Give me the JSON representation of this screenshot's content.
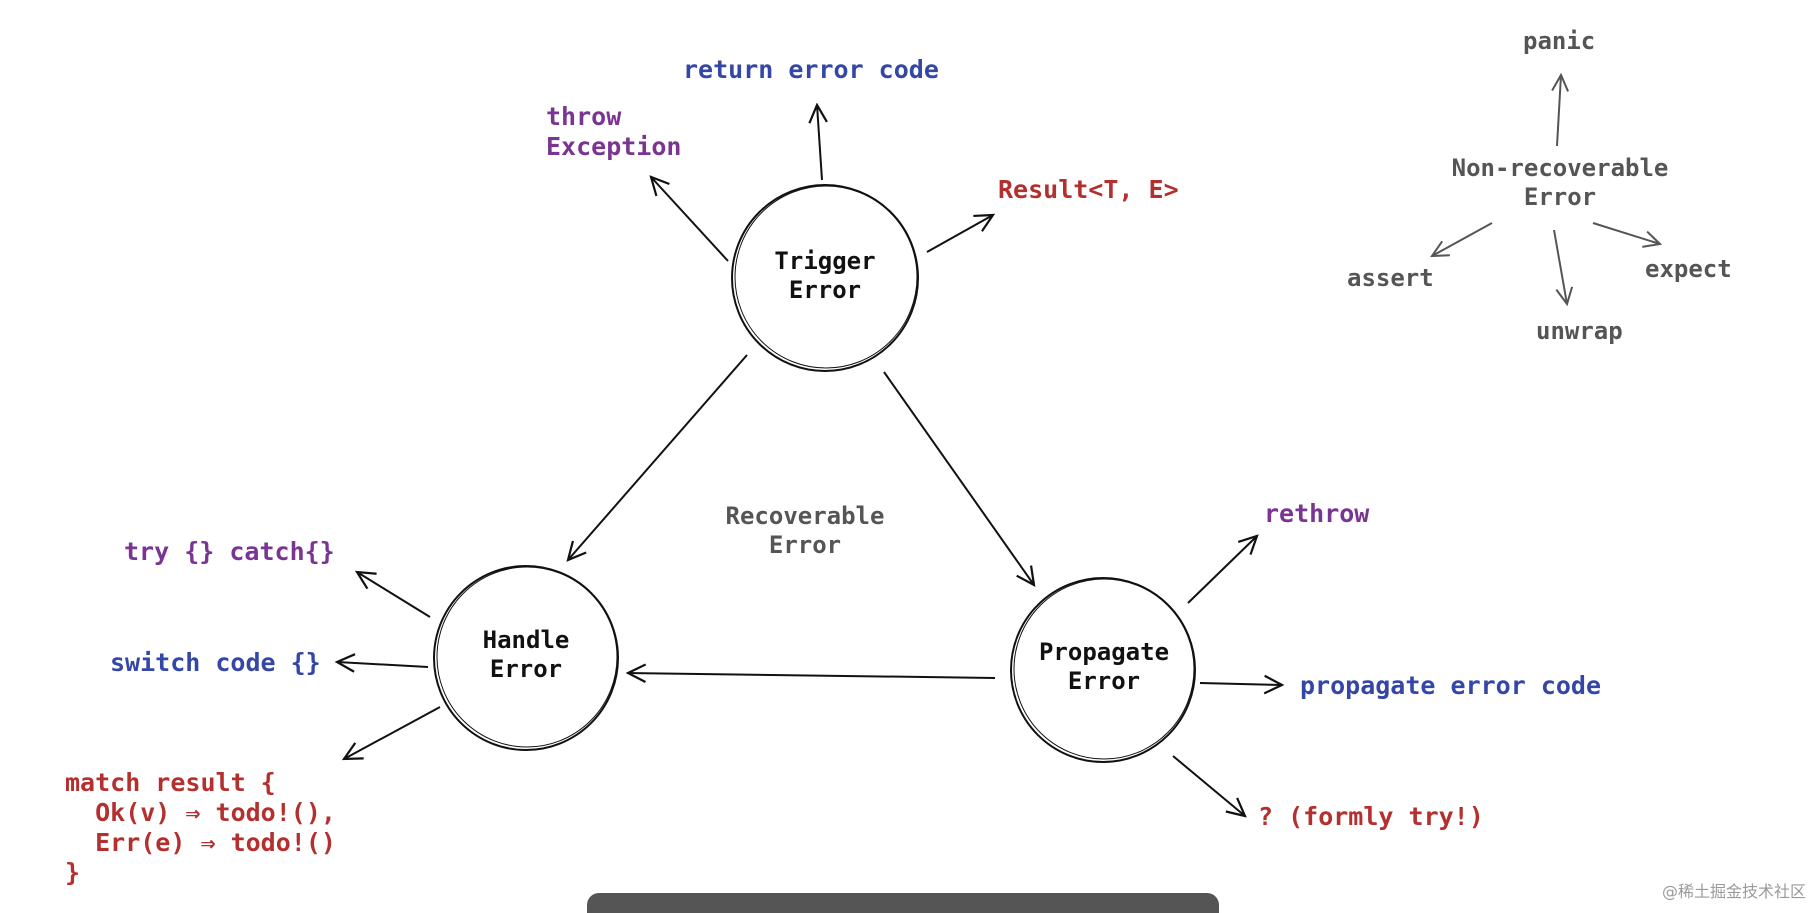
{
  "nodes": {
    "trigger": "Trigger\nError",
    "handle": "Handle\nError",
    "propagate": "Propagate\nError"
  },
  "center_label": "Recoverable\nError",
  "trigger_options": {
    "throw": "throw\nException",
    "return_code": "return error code",
    "result": "Result<T, E>"
  },
  "handle_options": {
    "try_catch": "try {} catch{}",
    "switch": "switch code {}",
    "match": "match result {\n  Ok(v) ⇒ todo!(),\n  Err(e) ⇒ todo!()\n}"
  },
  "propagate_options": {
    "rethrow": "rethrow",
    "propagate_code": "propagate error code",
    "question": "? (formly try!)"
  },
  "nonrecoverable": {
    "title": "Non-recoverable\nError",
    "panic": "panic",
    "assert": "assert",
    "unwrap": "unwrap",
    "expect": "expect"
  },
  "watermark": "@稀土掘金技术社区",
  "colors": {
    "purple": "#7a3593",
    "blue": "#3447a6",
    "red": "#b3302f",
    "gray": "#555555",
    "ink": "#111111"
  }
}
